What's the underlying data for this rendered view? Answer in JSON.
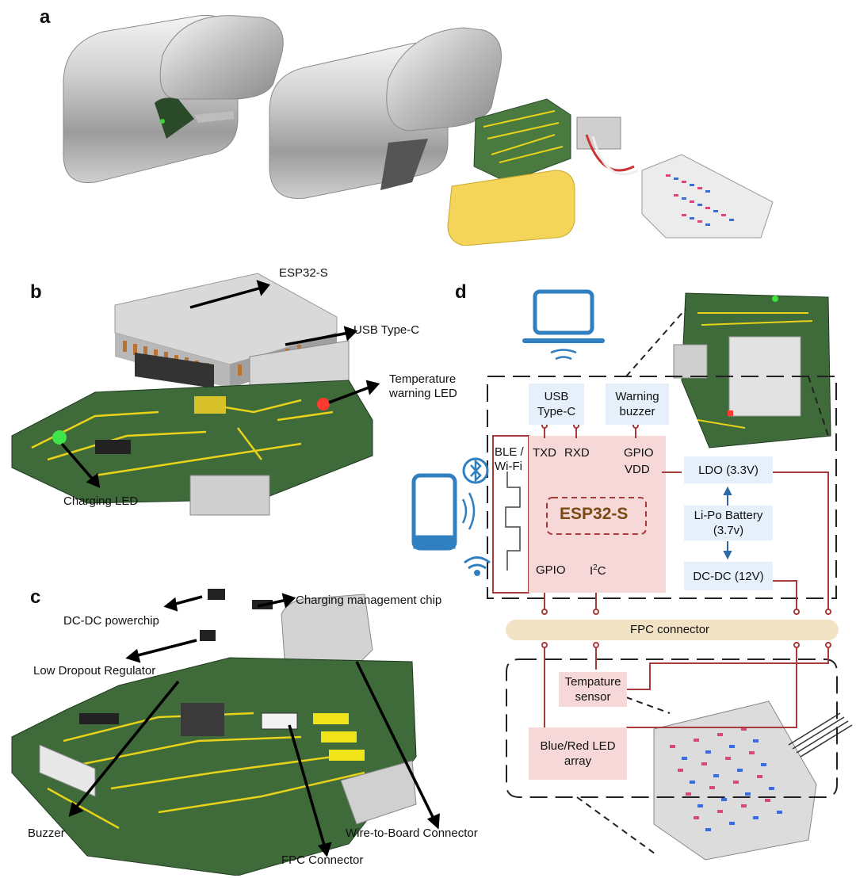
{
  "panels": {
    "a": "a",
    "b": "b",
    "c": "c",
    "d": "d"
  },
  "panel_b": {
    "esp32": "ESP32-S",
    "usb": "USB Type-C",
    "temp_led_1": "Temperature",
    "temp_led_2": "warning LED",
    "charging_led": "Charging LED"
  },
  "panel_c": {
    "dcdc": "DC-DC powerchip",
    "charging_chip": "Charging management chip",
    "ldo": "Low Dropout Regulator",
    "buzzer": "Buzzer",
    "fpc": "FPC Connector",
    "w2b": "Wire-to-Board Connector"
  },
  "panel_d": {
    "usb_1": "USB",
    "usb_2": "Type-C",
    "buzzer_1": "Warning",
    "buzzer_2": "buzzer",
    "ble_1": "BLE /",
    "ble_2": "Wi-Fi",
    "txd": "TXD",
    "rxd": "RXD",
    "gpio_top": "GPIO",
    "vdd": "VDD",
    "mcu": "ESP32-S",
    "gpio_bottom": "GPIO",
    "i2c_main": "I",
    "i2c_sup": "2",
    "i2c_end": "C",
    "ldo": "LDO (3.3V)",
    "battery_1": "Li-Po Battery",
    "battery_2": "(3.7v)",
    "dcdc": "DC-DC (12V)",
    "fpc": "FPC connector",
    "temp_sensor_1": "Tempature",
    "temp_sensor_2": "sensor",
    "led_array_1": "Blue/Red LED",
    "led_array_2": "array"
  },
  "colors": {
    "wire": "#a83a3a",
    "block_blue": "#e6f0fa",
    "block_pink": "#f6d8d8",
    "fpc_bar": "#f1e3c4",
    "mcu_text": "#7a4a12",
    "icon_blue": "#2f7fc1",
    "pcb_green": "#3f6a3a",
    "trace_yellow": "#e8d21a"
  }
}
